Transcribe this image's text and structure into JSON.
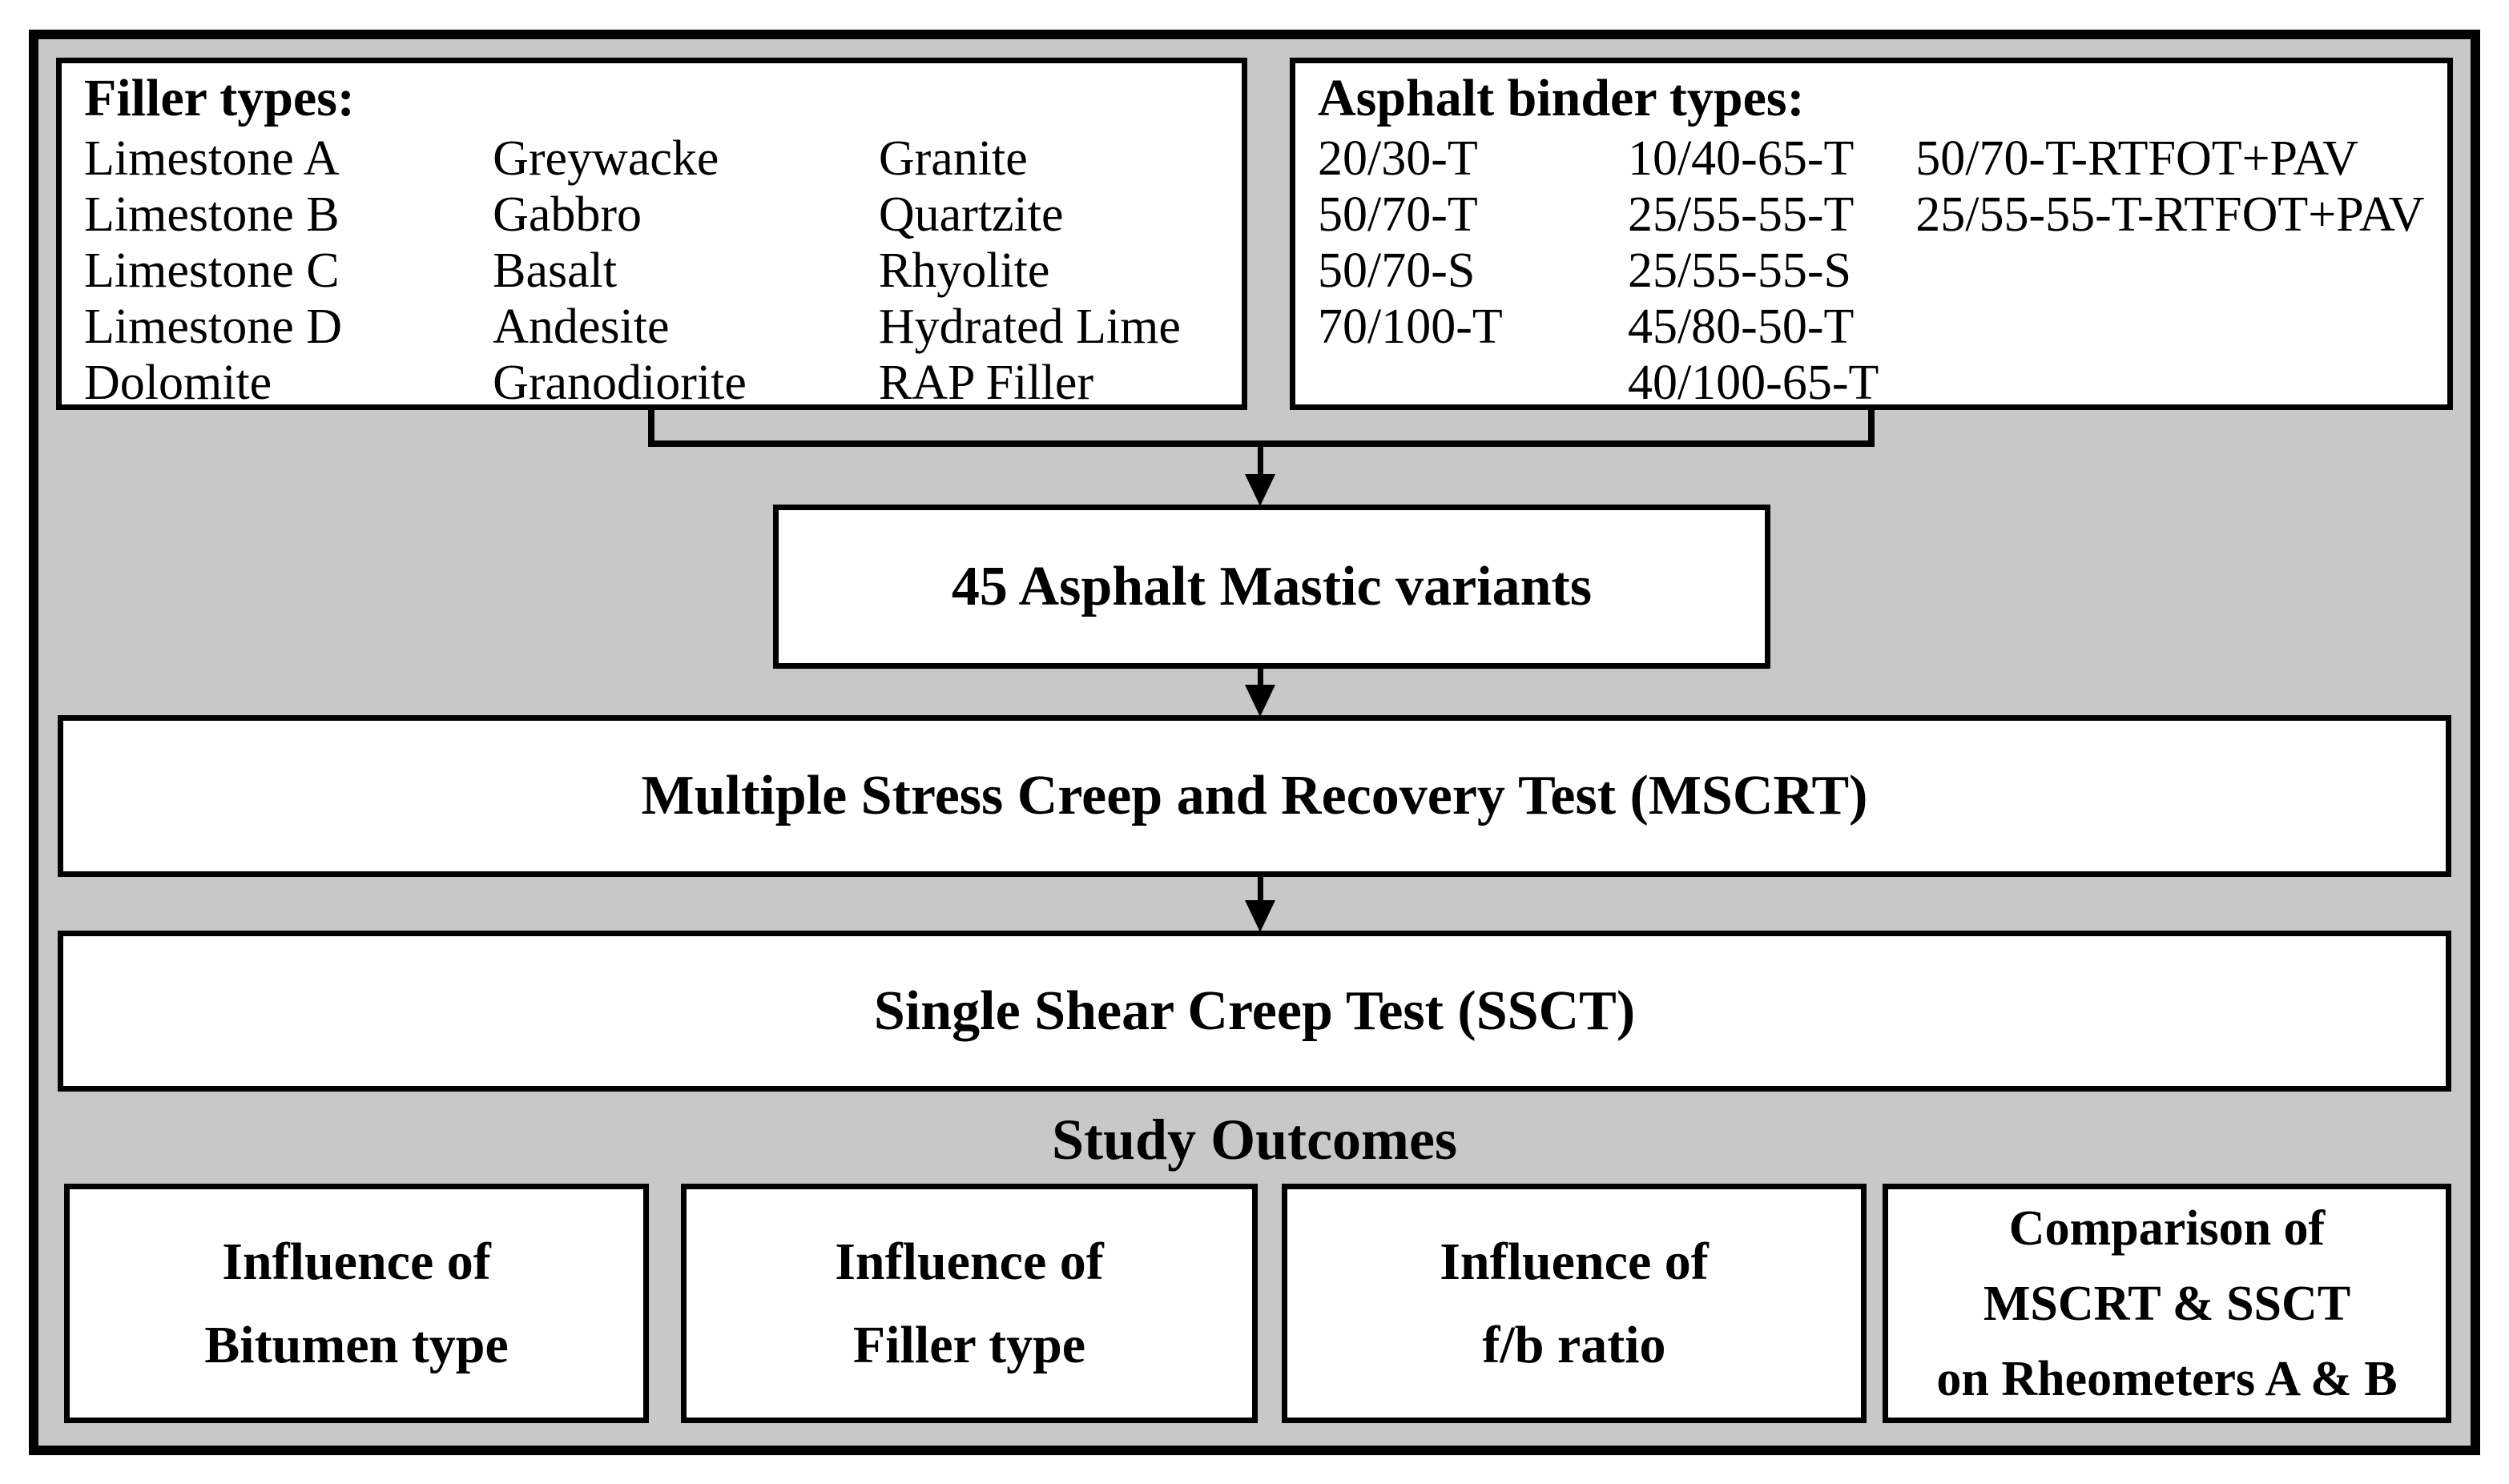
{
  "colors": {
    "canvas_background": "#ffffff",
    "panel_background": "#c8c8c8",
    "box_fill": "#ffffff",
    "line_and_border": "#000000",
    "text": "#000000"
  },
  "filler_box": {
    "title": "Filler types:",
    "columns": [
      [
        "Limestone A",
        "Limestone B",
        "Limestone C",
        "Limestone D",
        "Dolomite"
      ],
      [
        "Greywacke",
        "Gabbro",
        "Basalt",
        "Andesite",
        "Granodiorite"
      ],
      [
        "Granite",
        "Quartzite",
        "Rhyolite",
        "Hydrated Lime",
        "RAP Filler"
      ]
    ]
  },
  "binder_box": {
    "title": "Asphalt binder types:",
    "columns": [
      [
        "20/30-T",
        "50/70-T",
        "50/70-S",
        "70/100-T"
      ],
      [
        "10/40-65-T",
        "25/55-55-T",
        "25/55-55-S",
        "45/80-50-T",
        "40/100-65-T"
      ],
      [
        "50/70-T-RTFOT+PAV",
        "25/55-55-T-RTFOT+PAV"
      ]
    ]
  },
  "flow": {
    "mastic_label": "45 Asphalt Mastic variants",
    "mscrt_label": "Multiple Stress Creep and Recovery Test (MSCRT)",
    "ssct_label": "Single Shear Creep Test (SSCT)",
    "outcomes_heading": "Study Outcomes"
  },
  "outcome_boxes": [
    {
      "lines": [
        "Influence of",
        "Bitumen type"
      ]
    },
    {
      "lines": [
        "Influence of",
        "Filler type"
      ]
    },
    {
      "lines": [
        "Influence of",
        "f/b ratio"
      ]
    },
    {
      "lines": [
        "Comparison of",
        "MSCRT & SSCT",
        "on Rheometers A & B"
      ]
    }
  ]
}
